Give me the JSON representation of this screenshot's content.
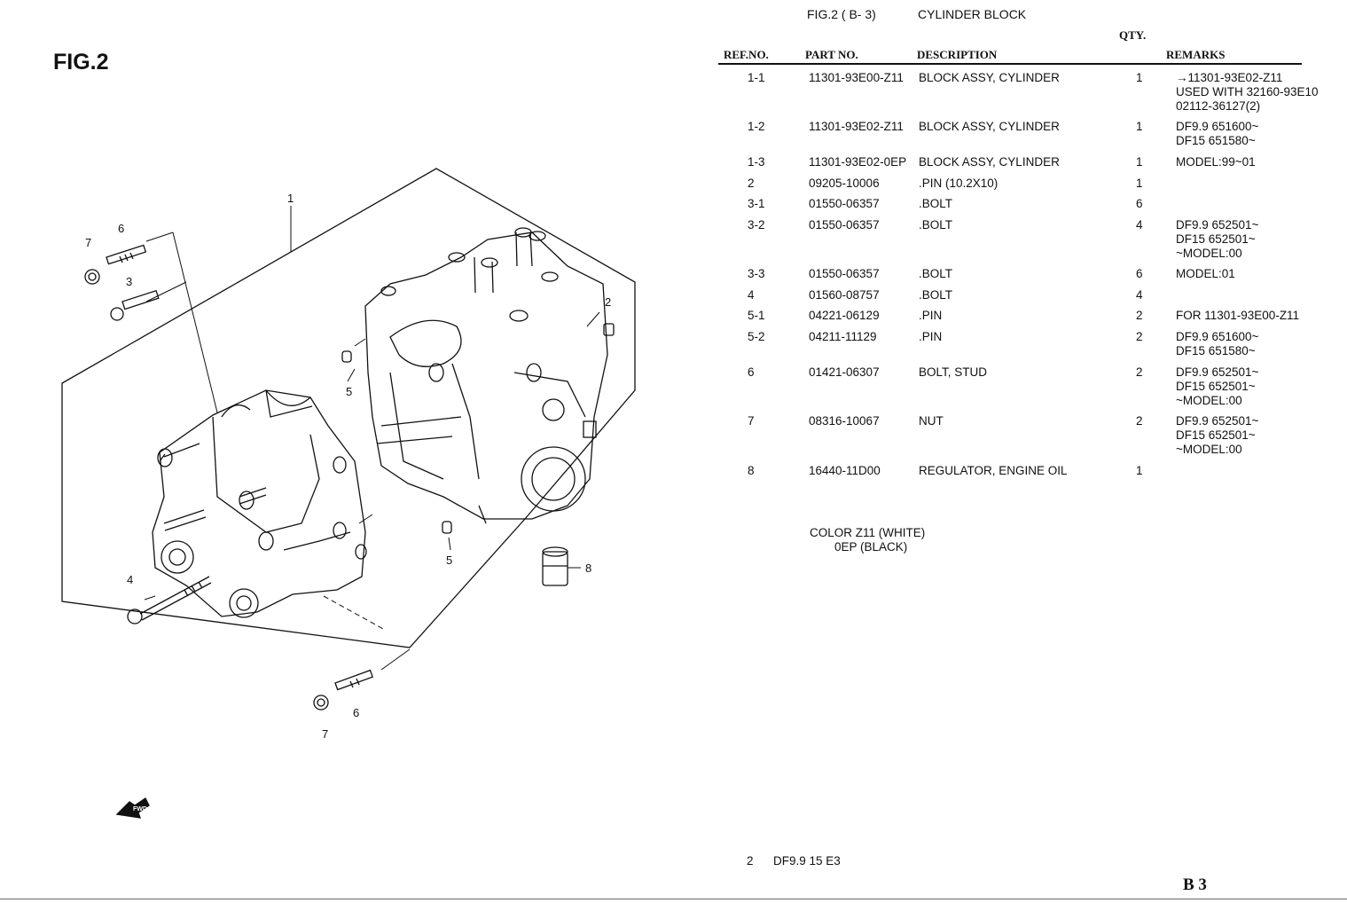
{
  "figure_label": "FIG.2",
  "header": {
    "fig": "FIG.2  ( B- 3)",
    "title": "CYLINDER BLOCK"
  },
  "columns": {
    "ref": "REF.NO.",
    "part": "PART NO.",
    "desc": "DESCRIPTION",
    "qty": "QTY.",
    "remarks": "REMARKS"
  },
  "rows": [
    {
      "ref": "1-1",
      "part": "11301-93E00-Z11",
      "desc": "BLOCK ASSY, CYLINDER",
      "qty": "1",
      "remarks": [
        "→11301-93E02-Z11",
        "USED WITH 32160-93E10",
        "02112-36127(2)"
      ]
    },
    {
      "ref": "1-2",
      "part": "11301-93E02-Z11",
      "desc": "BLOCK ASSY, CYLINDER",
      "qty": "1",
      "remarks": [
        "DF9.9 651600~",
        "DF15 651580~"
      ]
    },
    {
      "ref": "1-3",
      "part": "11301-93E02-0EP",
      "desc": "BLOCK ASSY, CYLINDER",
      "qty": "1",
      "remarks": [
        "MODEL:99~01"
      ]
    },
    {
      "ref": "2",
      "part": "09205-10006",
      "desc": ".PIN (10.2X10)",
      "qty": "1",
      "remarks": []
    },
    {
      "ref": "3-1",
      "part": "01550-06357",
      "desc": ".BOLT",
      "qty": "6",
      "remarks": []
    },
    {
      "ref": "3-2",
      "part": "01550-06357",
      "desc": ".BOLT",
      "qty": "4",
      "remarks": [
        "DF9.9 652501~",
        "DF15 652501~",
        "~MODEL:00"
      ]
    },
    {
      "ref": "3-3",
      "part": "01550-06357",
      "desc": ".BOLT",
      "qty": "6",
      "remarks": [
        "MODEL:01"
      ]
    },
    {
      "ref": "4",
      "part": "01560-08757",
      "desc": ".BOLT",
      "qty": "4",
      "remarks": []
    },
    {
      "ref": "5-1",
      "part": "04221-06129",
      "desc": ".PIN",
      "qty": "2",
      "remarks": [
        "FOR 11301-93E00-Z11"
      ]
    },
    {
      "ref": "5-2",
      "part": "04211-11129",
      "desc": ".PIN",
      "qty": "2",
      "remarks": [
        "DF9.9 651600~",
        "DF15 651580~"
      ]
    },
    {
      "ref": "6",
      "part": "01421-06307",
      "desc": "BOLT, STUD",
      "qty": "2",
      "remarks": [
        "DF9.9 652501~",
        "DF15 652501~",
        "~MODEL:00"
      ]
    },
    {
      "ref": "7",
      "part": "08316-10067",
      "desc": "NUT",
      "qty": "2",
      "remarks": [
        "DF9.9 652501~",
        "DF15 652501~",
        "~MODEL:00"
      ]
    },
    {
      "ref": "8",
      "part": "16440-11D00",
      "desc": "REGULATOR, ENGINE OIL",
      "qty": "1",
      "remarks": []
    }
  ],
  "color_note": {
    "line1": "COLOR   Z11 (WHITE)",
    "line2": "0EP (BLACK)"
  },
  "footer": {
    "page": "2",
    "model": "DF9.9 15  E3",
    "code": "B 3"
  },
  "diagram_callouts": {
    "c1": "1",
    "c2": "2",
    "c3": "3",
    "c4": "4",
    "c5a": "5",
    "c5b": "5",
    "c6a": "6",
    "c6b": "6",
    "c7a": "7",
    "c7b": "7",
    "c8": "8",
    "fwd": "FWD"
  }
}
